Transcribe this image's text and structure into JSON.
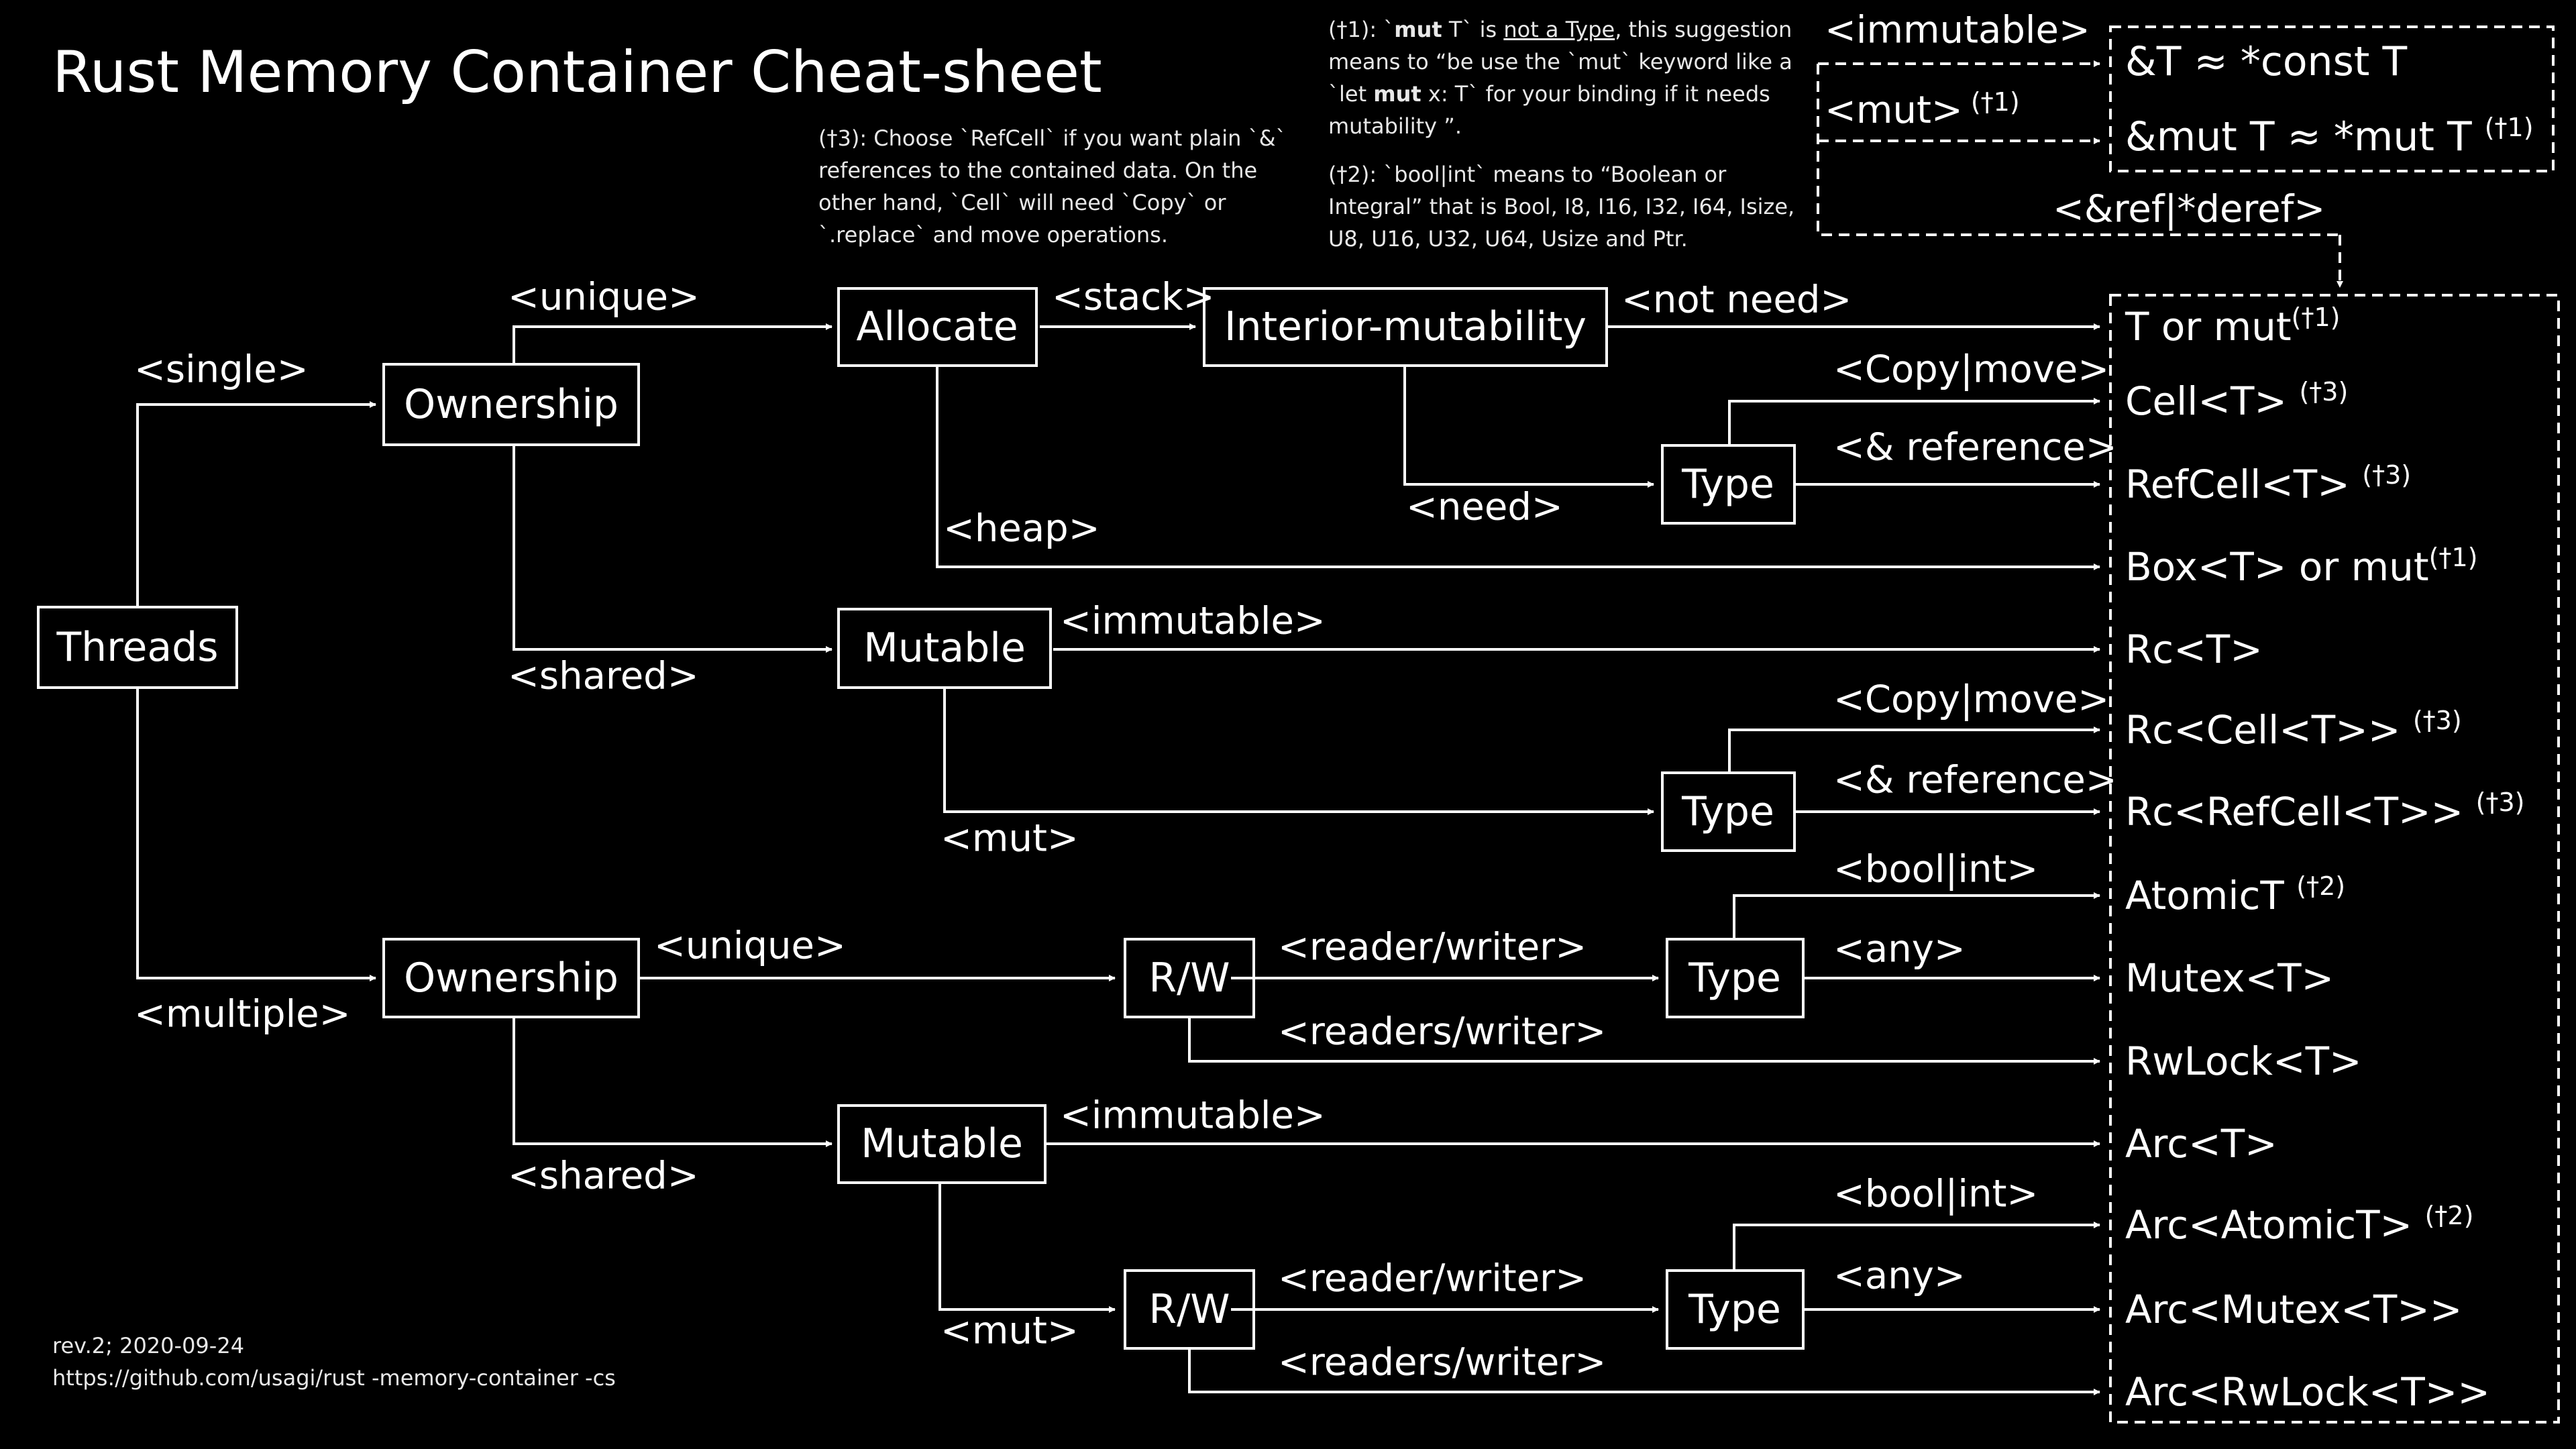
{
  "title": "Rust Memory Container Cheat-sheet",
  "notes": {
    "t3": "(†3): Choose `RefCell` if you want plain `&` references to the contained data. On the other hand, `Cell` will need `Copy` or `.replace` and move operations.",
    "t1_a": "(†1): `",
    "t1_b": "mut",
    "t1_c": " T` is ",
    "t1_d": "not a Type",
    "t1_e": ", this suggestion means to “be use the `mut` keyword like a `let  ",
    "t1_f": "mut",
    "t1_g": " x: T` for your binding if it needs mutability ”.",
    "t2": "(†2): `bool|int` means to “Boolean or Integral” that is Bool, I8, I16, I32, I64, Isize, U8, U16, U32, U64,  Usize and Ptr."
  },
  "footer": {
    "rev": "rev.2; 2020-09-24",
    "url": "https://github.com/usagi/rust  -memory-container -cs"
  },
  "colors": {
    "background": "#000000",
    "foreground": "#ffffff"
  },
  "nodes": {
    "threads": "Threads",
    "ownership_single": "Ownership",
    "ownership_multiple": "Ownership",
    "allocate": "Allocate",
    "interior_mutability": "Interior-mutability",
    "type_interior": "Type",
    "mutable_single": "Mutable",
    "type_single_mut": "Type",
    "rw_unique": "R/W",
    "type_rw_unique": "Type",
    "mutable_multiple": "Mutable",
    "rw_shared": "R/W",
    "type_rw_shared": "Type"
  },
  "edge_labels": {
    "single": "<single>",
    "multiple": "<multiple>",
    "unique_single": "<unique>",
    "shared_single": "<shared>",
    "stack": "<stack>",
    "heap": "<heap>",
    "not_need": "<not need>",
    "need": "<need>",
    "copy_move_1": "<Copy|move>",
    "ref_1": "<& reference>",
    "immutable_1": "<immutable>",
    "mut_1": "<mut>",
    "copy_move_2": "<Copy|move>",
    "ref_2": "<& reference>",
    "unique_multiple": "<unique>",
    "reader_writer_1": "<reader/writer>",
    "bool_int_1": "<bool|int>",
    "any_1": "<any>",
    "readers_writer_1": "<readers/writer>",
    "shared_multiple": "<shared>",
    "immutable_2": "<immutable>",
    "mut_2": "<mut>",
    "reader_writer_2": "<reader/writer>",
    "bool_int_2": "<bool|int>",
    "any_2": "<any>",
    "readers_writer_2": "<readers/writer>",
    "top_immutable": "<immutable>",
    "top_mut": "<mut>",
    "top_mut_sup": "(†1)",
    "ref_deref": "<&ref|*deref>"
  },
  "top_results": [
    {
      "text": "&T ≈ *const T",
      "sup": ""
    },
    {
      "text": "&mut T ≈ *mut T ",
      "sup": "(†1)"
    }
  ],
  "results": [
    {
      "text": "T or mut",
      "sup": "(†1)"
    },
    {
      "text": "Cell<T> ",
      "sup": "(†3)"
    },
    {
      "text": "RefCell<T> ",
      "sup": "(†3)"
    },
    {
      "text": "Box<T> or mut",
      "sup": "(†1)"
    },
    {
      "text": "Rc<T>",
      "sup": ""
    },
    {
      "text": "Rc<Cell<T>> ",
      "sup": "(†3)"
    },
    {
      "text": "Rc<RefCell<T>> ",
      "sup": "(†3)"
    },
    {
      "text": "AtomicT ",
      "sup": "(†2)"
    },
    {
      "text": "Mutex<T>",
      "sup": ""
    },
    {
      "text": "RwLock<T>",
      "sup": ""
    },
    {
      "text": "Arc<T>",
      "sup": ""
    },
    {
      "text": "Arc<AtomicT> ",
      "sup": "(†2)"
    },
    {
      "text": "Arc<Mutex<T>>",
      "sup": ""
    },
    {
      "text": "Arc<RwLock<T>>",
      "sup": ""
    }
  ]
}
